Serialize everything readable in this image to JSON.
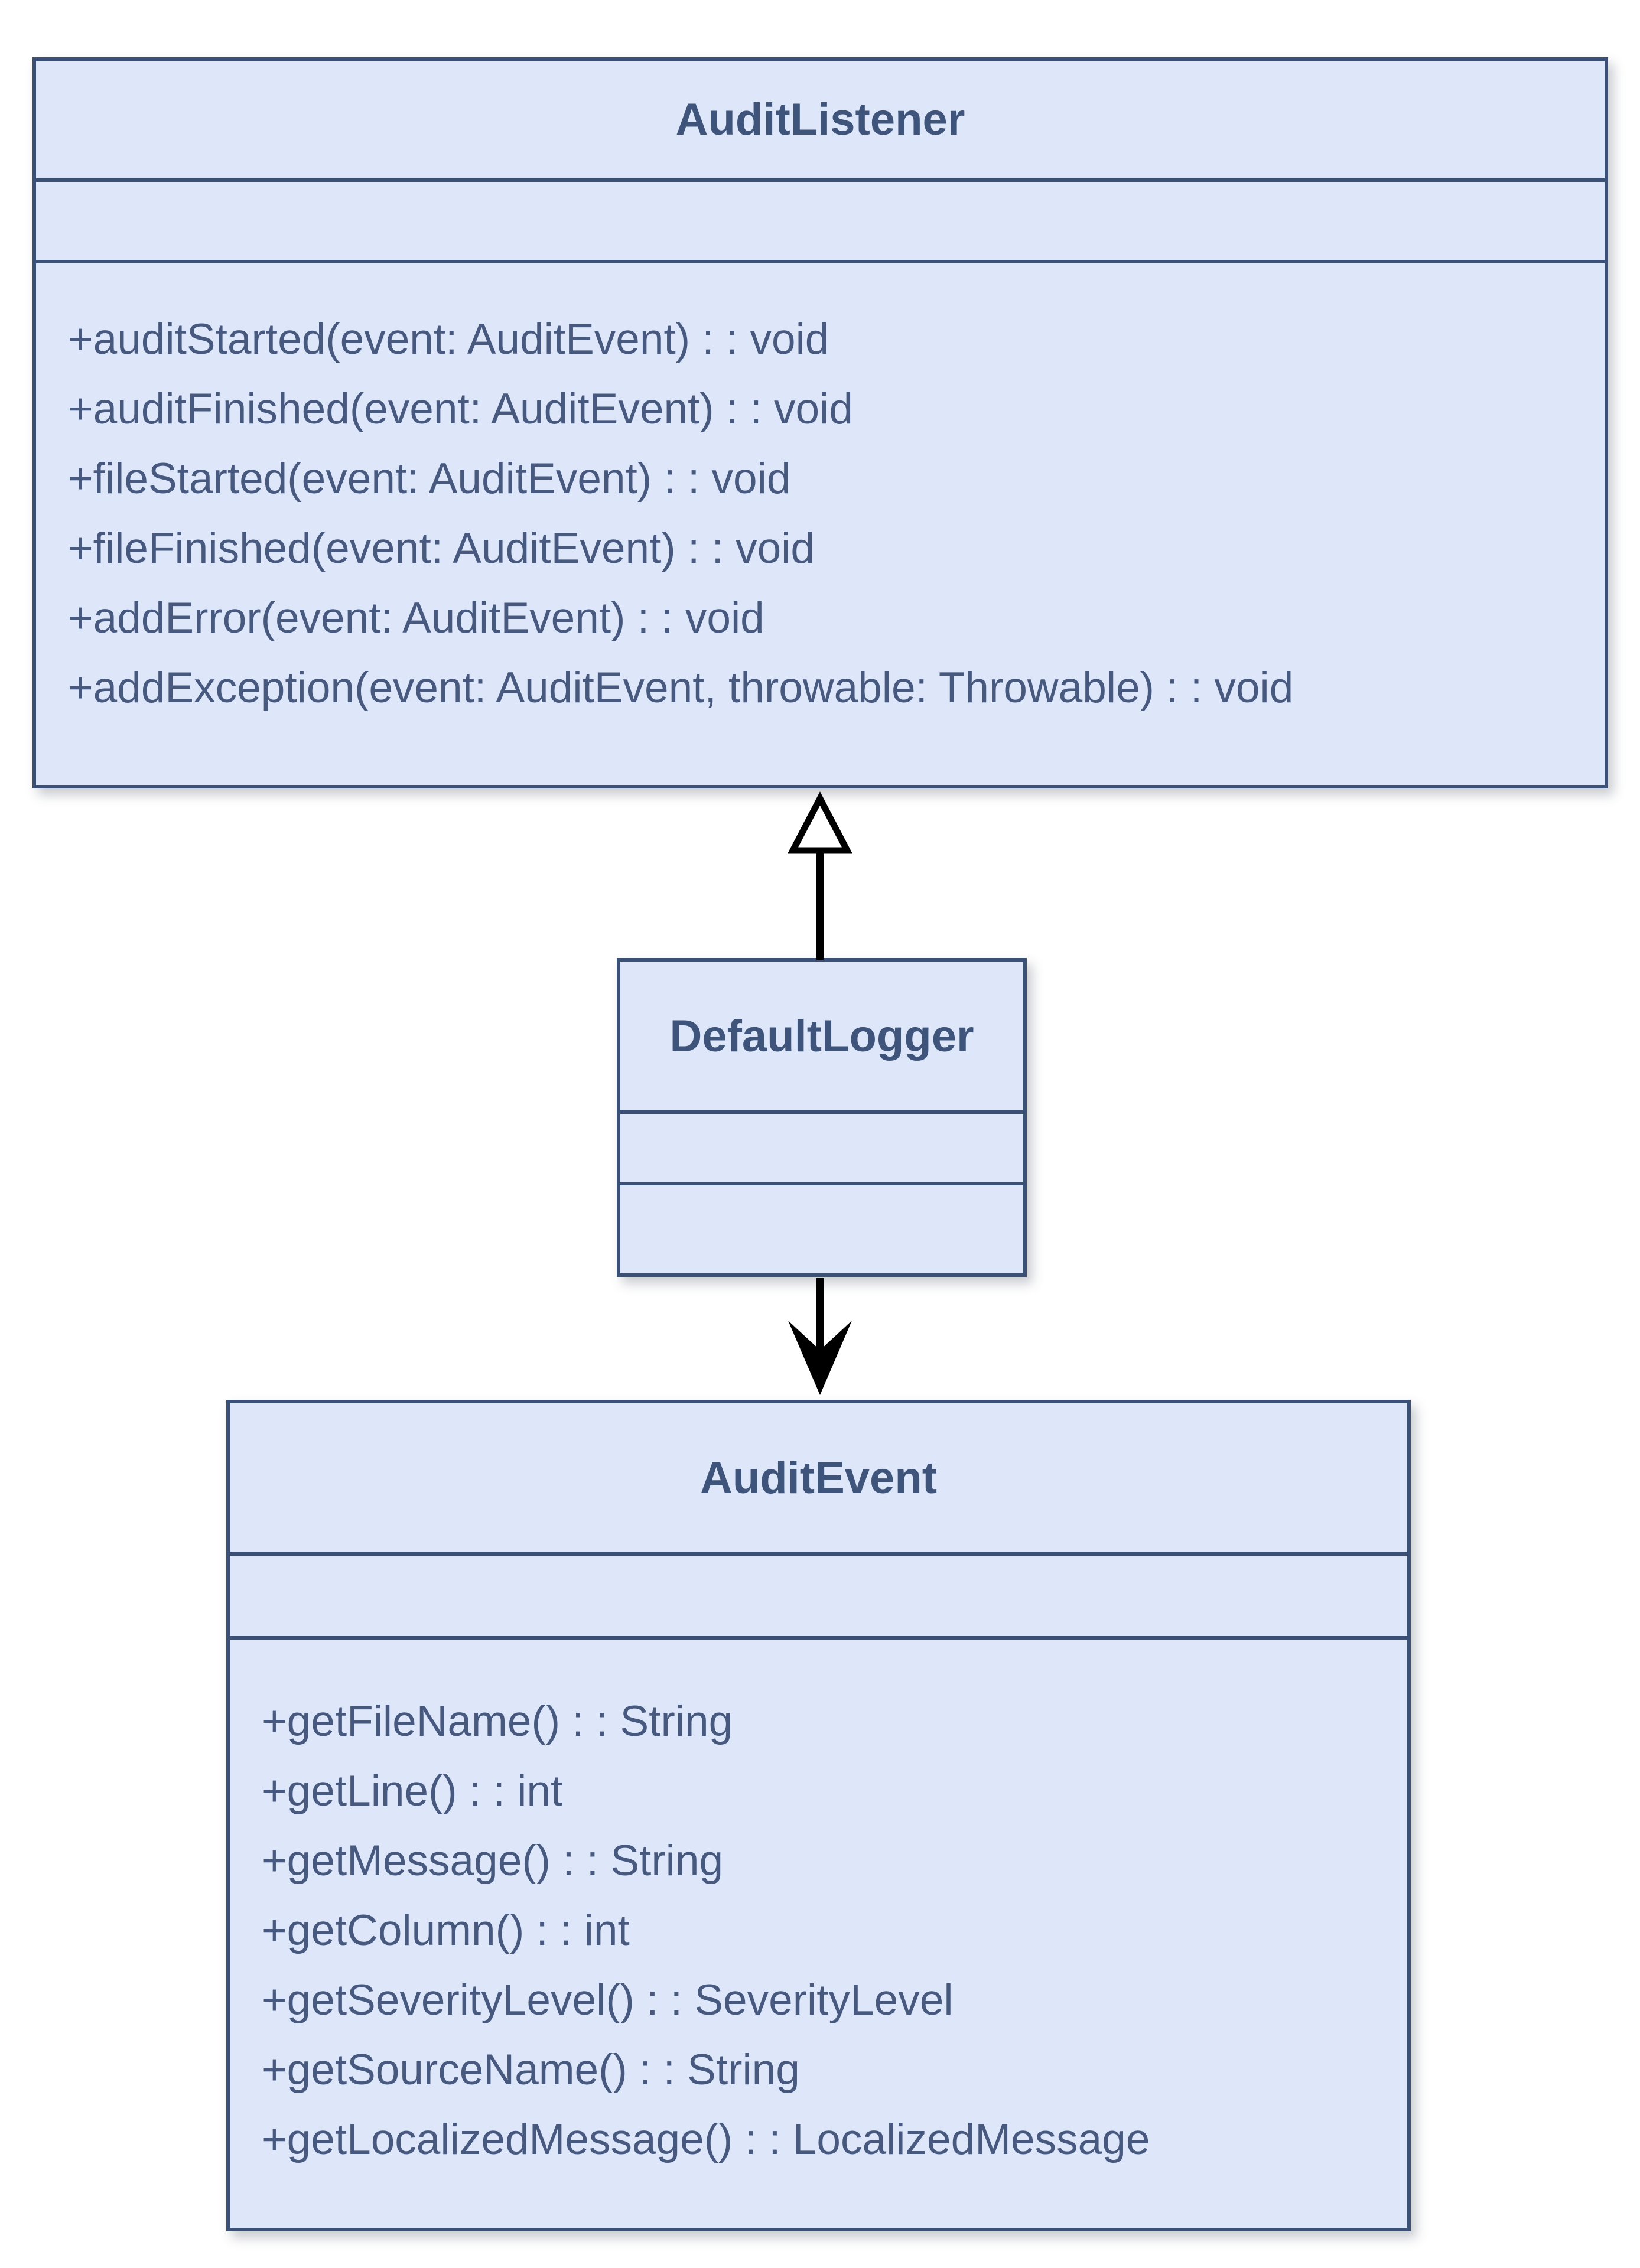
{
  "diagram": {
    "type": "uml-class-diagram",
    "classes": [
      {
        "name": "AuditListener",
        "attributes": [],
        "methods": [
          "+auditStarted(event: AuditEvent) : : void",
          "+auditFinished(event: AuditEvent) : : void",
          "+fileStarted(event: AuditEvent) : : void",
          "+fileFinished(event: AuditEvent) : : void",
          "+addError(event: AuditEvent) : : void",
          "+addException(event: AuditEvent, throwable: Throwable) : : void"
        ]
      },
      {
        "name": "DefaultLogger",
        "attributes": [],
        "methods": []
      },
      {
        "name": "AuditEvent",
        "attributes": [],
        "methods": [
          "+getFileName() : : String",
          "+getLine() : : int",
          "+getMessage() : : String",
          "+getColumn() : : int",
          "+getSeverityLevel() : : SeverityLevel",
          "+getSourceName() : : String",
          "+getLocalizedMessage() : : LocalizedMessage"
        ]
      }
    ],
    "relations": [
      {
        "type": "generalization",
        "from": "DefaultLogger",
        "to": "AuditListener"
      },
      {
        "type": "directed-association",
        "from": "DefaultLogger",
        "to": "AuditEvent"
      }
    ],
    "colors": {
      "fill": "#dee7fa",
      "border": "#3a5077",
      "title_text": "#3e547a",
      "method_text": "#47597e",
      "arrow": "#000000",
      "background": "#ffffff"
    }
  }
}
